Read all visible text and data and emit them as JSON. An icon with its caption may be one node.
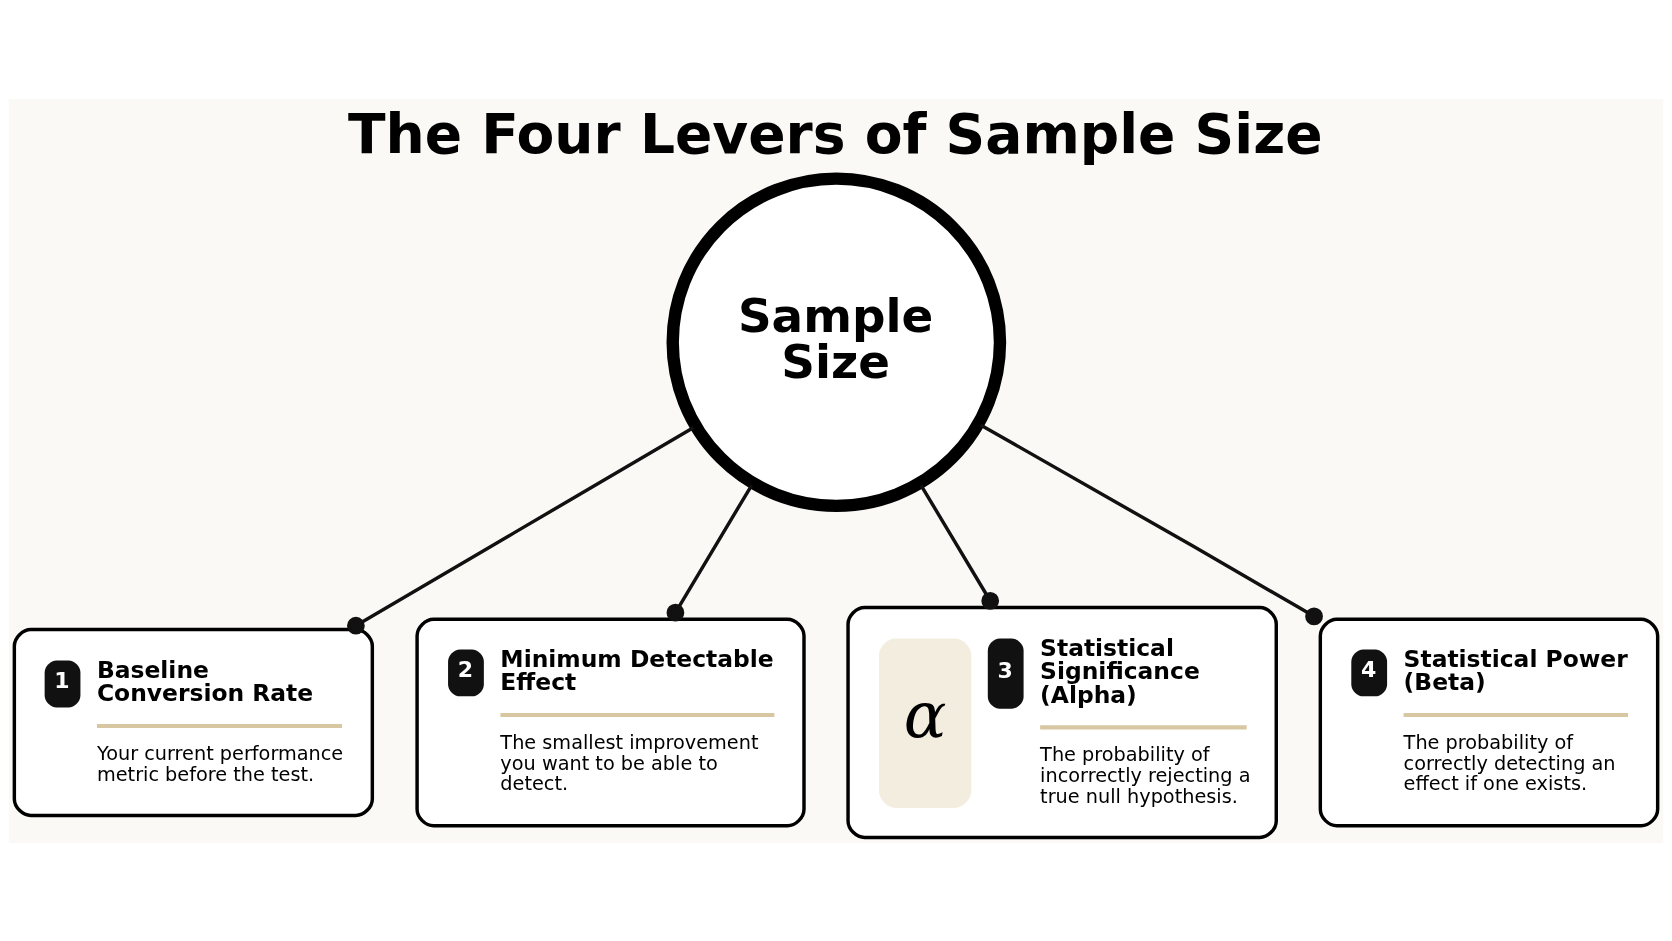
{
  "diagram": {
    "title": "The Four Levers of Sample Size",
    "nodes": [
      {
        "text": [
          "1",
          "Baseline Conversion Rate",
          "Your current performance metric before the test."
        ]
      },
      {
        "text": [
          "2",
          "Minimum Detectable Effect",
          "The smallest improvement you want to be able to detect."
        ]
      },
      {
        "text": [
          "Sample Size"
        ]
      },
      {
        "text": [
          "3",
          "Statistical Significance (Alpha)",
          "The probability of incorrectly rejecting a true null hypothesis.",
          "α"
        ]
      },
      {
        "text": [
          "4",
          "Statistical Power (Beta)",
          "The probability of correctly detecting an effect if one exists."
        ]
      }
    ],
    "edges": [
      {
        "from": 2,
        "to": 0,
        "arrow": "other"
      },
      {
        "from": 2,
        "to": 1,
        "arrow": "other"
      },
      {
        "from": 2,
        "to": 3,
        "arrow": "other"
      },
      {
        "from": 2,
        "to": 4,
        "arrow": "other"
      }
    ]
  }
}
